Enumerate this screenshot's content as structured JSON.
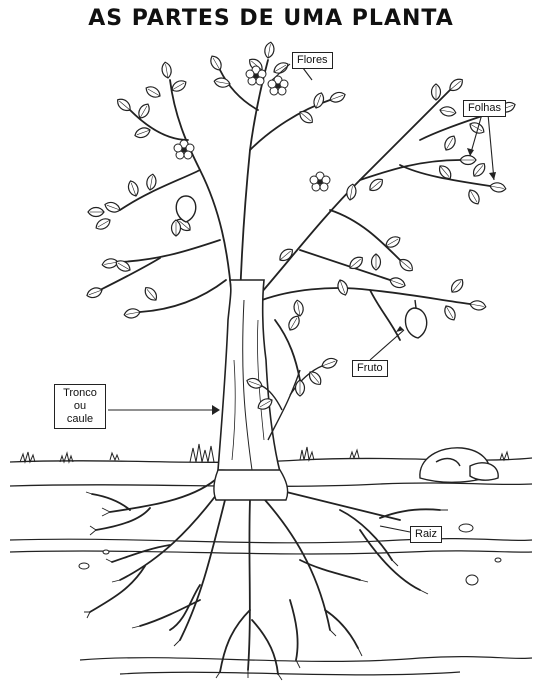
{
  "title": "AS PARTES DE UMA PLANTA",
  "labels": {
    "flores": "Flores",
    "folhas": "Folhas",
    "fruto": "Fruto",
    "tronco": [
      "Tronco",
      "ou",
      "caule"
    ],
    "raiz": "Raiz"
  }
}
